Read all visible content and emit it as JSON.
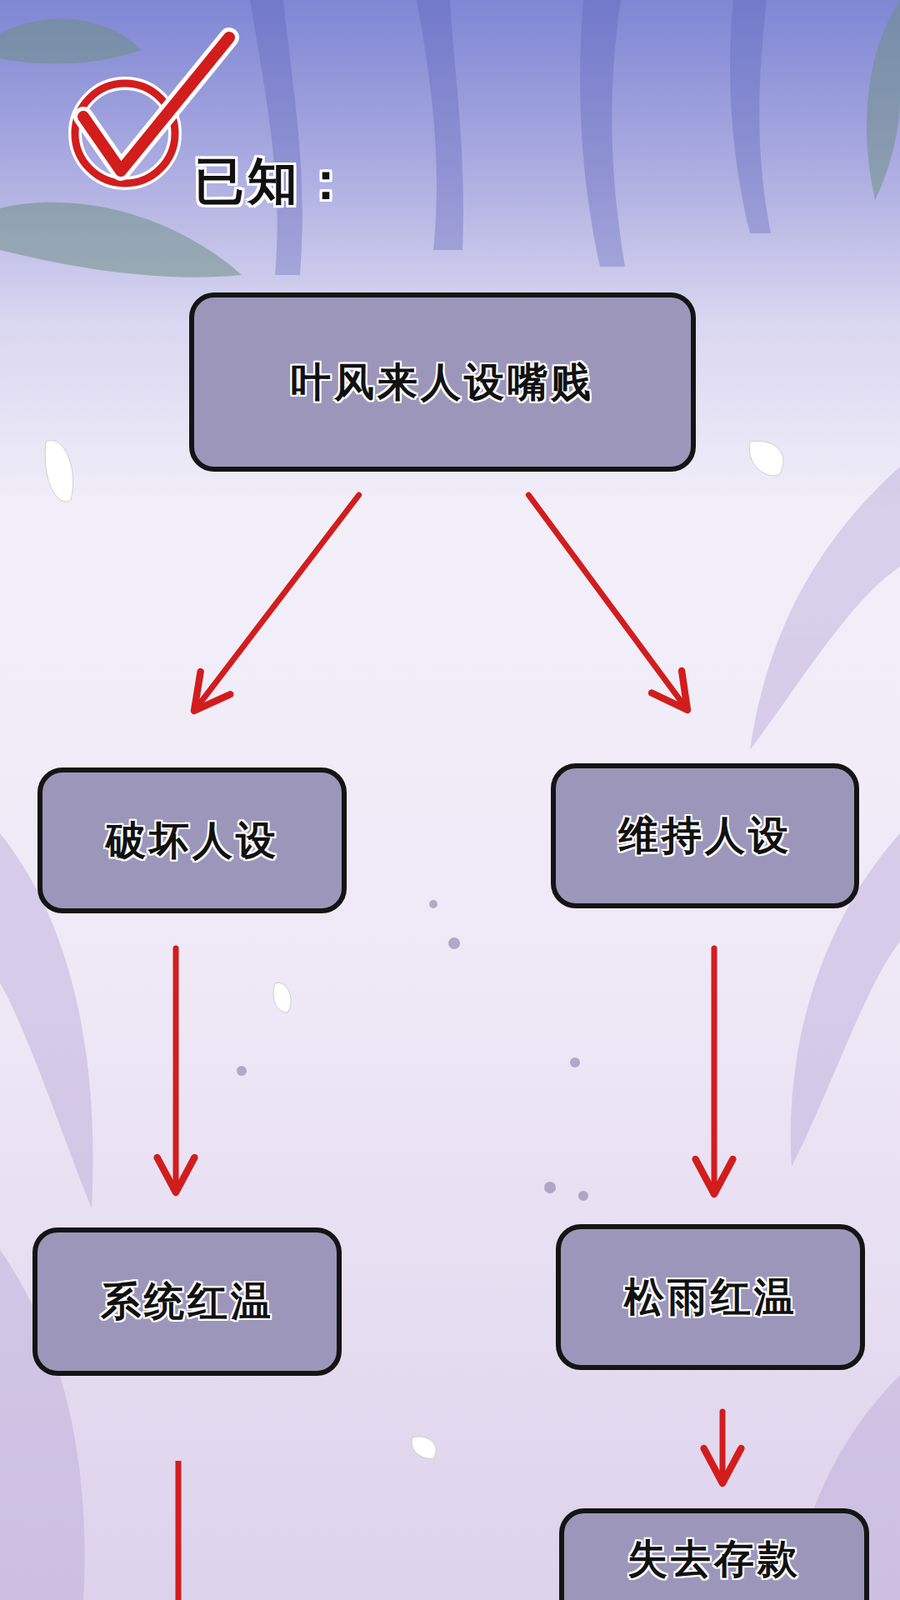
{
  "diagram": {
    "nodes": [
      {
        "text": [
          "叶风来人设嘴贱"
        ]
      },
      {
        "text": [
          "破坏人设"
        ]
      },
      {
        "text": [
          "维持人设"
        ]
      },
      {
        "text": [
          "系统红温"
        ]
      },
      {
        "text": [
          "松雨红温"
        ]
      },
      {
        "text": [
          "失去存款"
        ]
      }
    ],
    "edges": [
      {
        "from": 0,
        "to": 1,
        "arrow": "to"
      },
      {
        "from": 0,
        "to": 2,
        "arrow": "to"
      },
      {
        "from": 1,
        "to": 3,
        "arrow": "to"
      },
      {
        "from": 2,
        "to": 4,
        "arrow": "to"
      },
      {
        "from": 4,
        "to": 5,
        "arrow": "to"
      }
    ],
    "labels": [
      "已知："
    ]
  }
}
